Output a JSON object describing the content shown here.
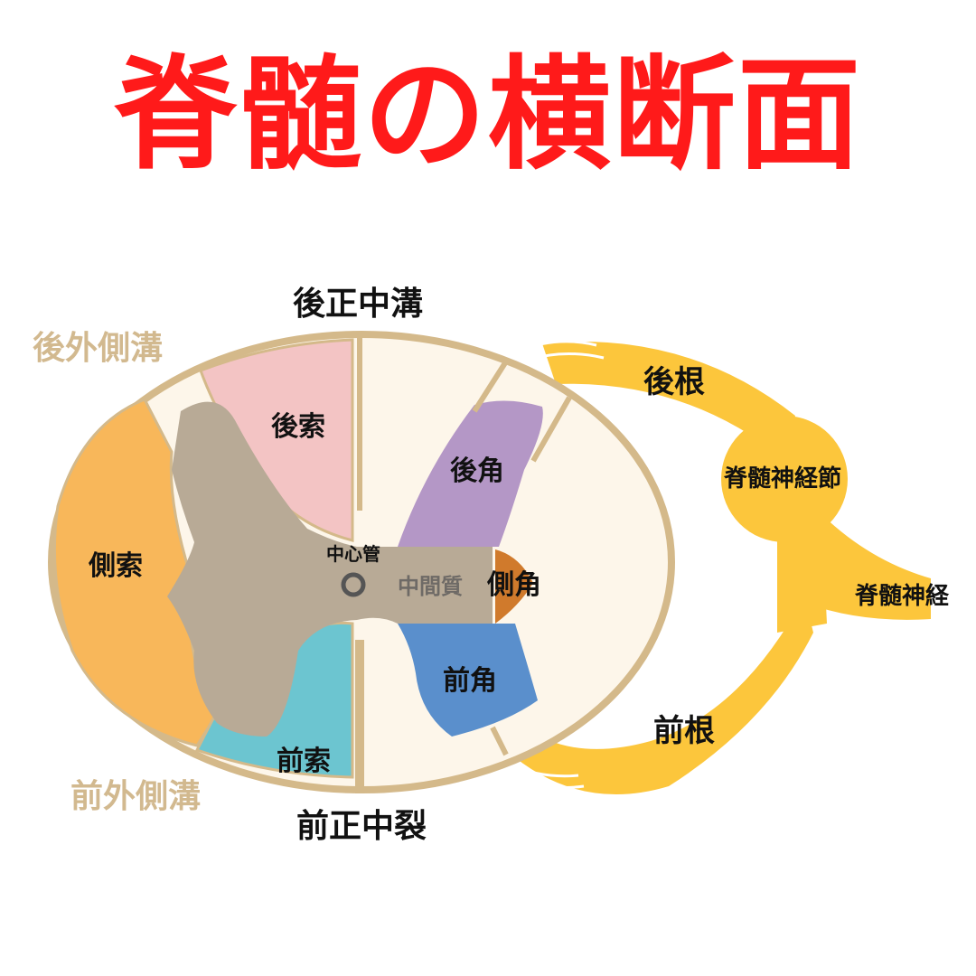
{
  "title": "脊髄の横断面",
  "labels": {
    "posterior_median_sulcus": "後正中溝",
    "posterolateral_sulcus": "後外側溝",
    "anterolateral_sulcus": "前外側溝",
    "anterior_median_fissure": "前正中裂",
    "posterior_funiculus": "後索",
    "lateral_funiculus": "側索",
    "anterior_funiculus": "前索",
    "posterior_horn": "後角",
    "lateral_horn": "側角",
    "anterior_horn": "前角",
    "central_canal": "中心管",
    "intermediate_substance": "中間質",
    "dorsal_root": "後根",
    "spinal_ganglion": "脊髄神経節",
    "spinal_nerve": "脊髄神経",
    "ventral_root": "前根"
  },
  "colors": {
    "title": "#ff1a1a",
    "outline": "#d4b98a",
    "white_matter": "#fdf6ea",
    "gray_matter": "#b8aa96",
    "posterior_funiculus": "#f3c4c4",
    "lateral_funiculus": "#f8b75a",
    "anterior_funiculus": "#6cc5d0",
    "posterior_horn": "#b497c6",
    "lateral_horn": "#d07a2c",
    "anterior_horn": "#5a8fcc",
    "nerve": "#fcc63c",
    "sulcus_label": "#d2b98f",
    "label_text": "#111111",
    "intermediate_text": "#6e6a66"
  }
}
